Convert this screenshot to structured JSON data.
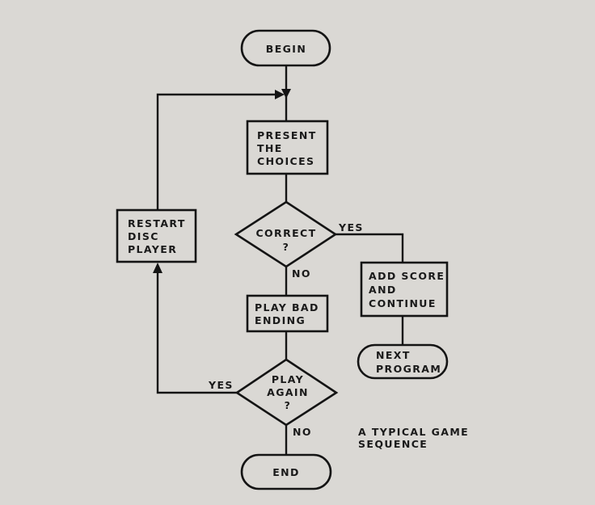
{
  "diagram": {
    "caption": [
      "A TYPICAL GAME",
      "SEQUENCE"
    ],
    "nodes": {
      "begin": {
        "type": "terminal",
        "lines": [
          "BEGIN"
        ]
      },
      "present": {
        "type": "process",
        "lines": [
          "PRESENT",
          "THE",
          "CHOICES"
        ]
      },
      "correct": {
        "type": "decision",
        "lines": [
          "CORRECT",
          "?"
        ]
      },
      "restart": {
        "type": "process",
        "lines": [
          "RESTART",
          "DISC",
          "PLAYER"
        ]
      },
      "add_score": {
        "type": "process",
        "lines": [
          "ADD SCORE",
          "AND",
          "CONTINUE"
        ]
      },
      "next_program": {
        "type": "terminal",
        "lines": [
          "NEXT",
          "PROGRAM"
        ]
      },
      "bad_ending": {
        "type": "process",
        "lines": [
          "PLAY BAD",
          "ENDING"
        ]
      },
      "play_again": {
        "type": "decision",
        "lines": [
          "PLAY",
          "AGAIN",
          "?"
        ]
      },
      "end": {
        "type": "terminal",
        "lines": [
          "END"
        ]
      }
    },
    "edge_labels": {
      "correct_yes": "YES",
      "correct_no": "NO",
      "again_yes": "YES",
      "again_no": "NO"
    },
    "edges": [
      {
        "from": "begin",
        "to": "present"
      },
      {
        "from": "present",
        "to": "correct"
      },
      {
        "from": "correct",
        "to": "add_score",
        "label": "YES"
      },
      {
        "from": "add_score",
        "to": "next_program"
      },
      {
        "from": "correct",
        "to": "bad_ending",
        "label": "NO"
      },
      {
        "from": "bad_ending",
        "to": "play_again"
      },
      {
        "from": "play_again",
        "to": "restart",
        "label": "YES"
      },
      {
        "from": "restart",
        "to": "present"
      },
      {
        "from": "play_again",
        "to": "end",
        "label": "NO"
      }
    ]
  }
}
